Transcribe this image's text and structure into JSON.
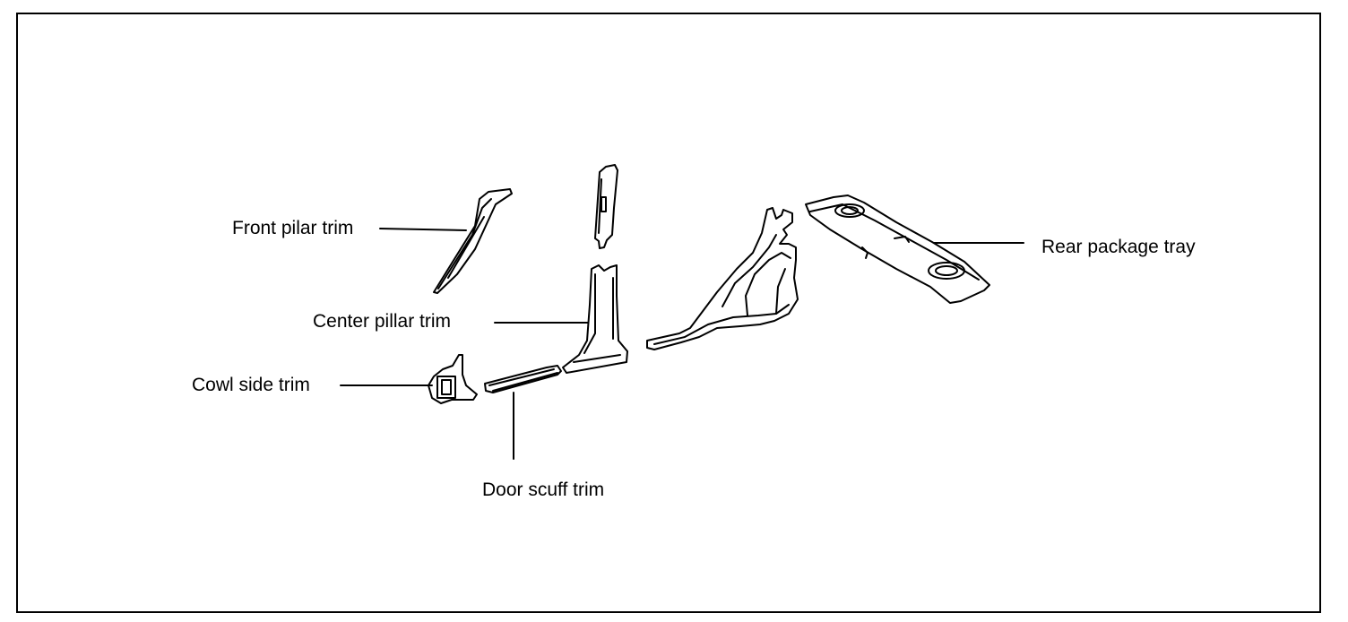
{
  "diagram": {
    "labels": {
      "front_pillar_trim": "Front pilar trim",
      "center_pillar_trim": "Center pillar trim",
      "cowl_side_trim": "Cowl side trim",
      "door_scuff_trim": "Door scuff trim",
      "rear_package_tray": "Rear package tray"
    }
  }
}
